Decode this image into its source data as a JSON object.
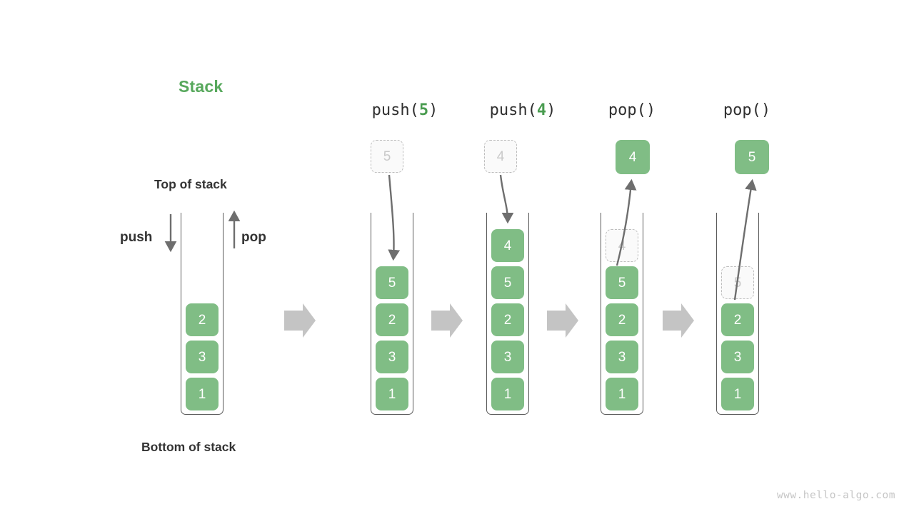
{
  "diagram": {
    "title": "Stack",
    "title_color": "#57a85c",
    "accent_color": "#80bd85",
    "ghost_color": "#c9c9c9",
    "arrow_color": "#6e6e6e",
    "flow_arrow_color": "#c4c4c4",
    "labels": {
      "top_of_stack": "Top of stack",
      "bottom_of_stack": "Bottom of stack",
      "push": "push",
      "pop": "pop"
    },
    "watermark": "www.hello-algo.com"
  },
  "columns": [
    {
      "id": "initial",
      "header": "",
      "header_arg": "",
      "incoming": null,
      "outgoing": null,
      "cells": [
        "2",
        "3",
        "1"
      ]
    },
    {
      "id": "push-5",
      "header_prefix": "push(",
      "header_arg": "5",
      "header_suffix": ")",
      "incoming": "5",
      "outgoing": null,
      "cells": [
        "5",
        "2",
        "3",
        "1"
      ]
    },
    {
      "id": "push-4",
      "header_prefix": "push(",
      "header_arg": "4",
      "header_suffix": ")",
      "incoming": "4",
      "outgoing": null,
      "cells": [
        "4",
        "5",
        "2",
        "3",
        "1"
      ]
    },
    {
      "id": "pop-1",
      "header_prefix": "pop()",
      "header_arg": "",
      "header_suffix": "",
      "incoming": null,
      "outgoing": "4",
      "ghost_top": "4",
      "cells": [
        "5",
        "2",
        "3",
        "1"
      ]
    },
    {
      "id": "pop-2",
      "header_prefix": "pop()",
      "header_arg": "",
      "header_suffix": "",
      "incoming": null,
      "outgoing": "5",
      "ghost_top": "5",
      "cells": [
        "2",
        "3",
        "1"
      ]
    }
  ]
}
